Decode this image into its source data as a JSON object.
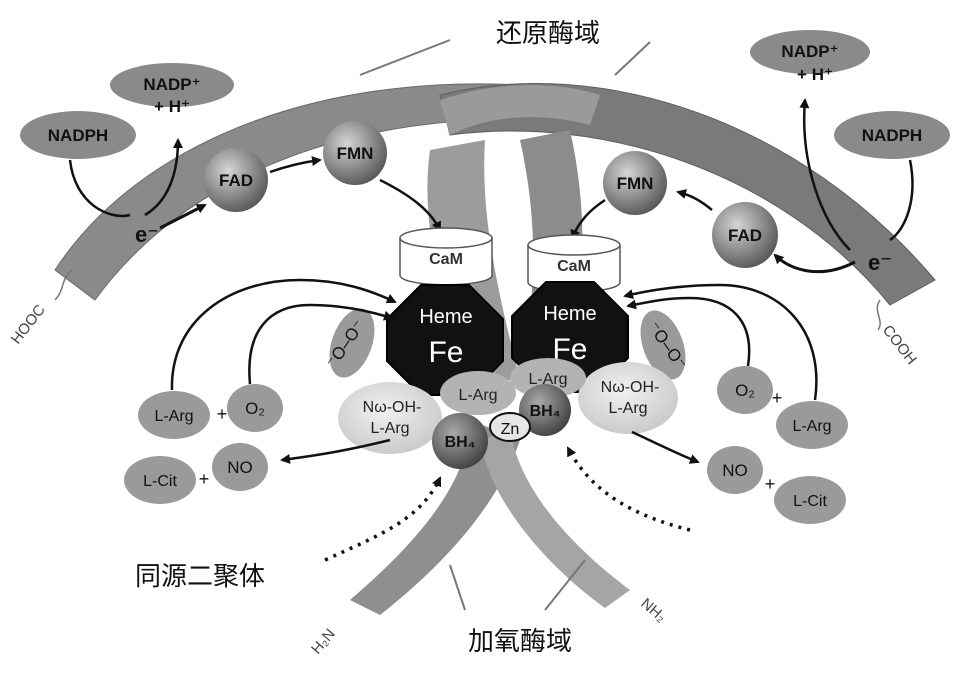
{
  "labels": {
    "reductase_domain": "还原酶域",
    "oxygenase_domain": "加氧酶域",
    "homodimer": "同源二聚体"
  },
  "left": {
    "nadp": "NADP⁺",
    "h": "+ H⁺",
    "nadph": "NADPH",
    "fad": "FAD",
    "fmn": "FMN",
    "electron": "e⁻",
    "cam": "CaM",
    "heme": "Heme",
    "fe": "Fe",
    "superoxide": "⁻O–O⁻",
    "l_arg_substrate": "L-Arg",
    "plus1": "+",
    "o2": "O₂",
    "intermediate_1": "Nω-OH-",
    "intermediate_2": "L-Arg",
    "l_cit": "L-Cit",
    "plus2": "+",
    "no": "NO",
    "l_arg_bound": "L-Arg",
    "bh4": "BH₄",
    "terminus": "HOOC",
    "n_terminus": "H₂N"
  },
  "right": {
    "nadp": "NADP⁺",
    "h": "+ H⁺",
    "nadph": "NADPH",
    "fad": "FAD",
    "fmn": "FMN",
    "electron": "e⁻",
    "cam": "CaM",
    "heme": "Heme",
    "fe": "Fe",
    "superoxide": "⁻O–O⁻",
    "l_arg_substrate": "L-Arg",
    "plus1": "+",
    "o2": "O₂",
    "intermediate_1": "Nω-OH-",
    "intermediate_2": "L-Arg",
    "l_cit": "L-Cit",
    "plus2": "+",
    "no": "NO",
    "l_arg_bound": "L-Arg",
    "bh4": "BH₄",
    "terminus": "COOH",
    "n_terminus": "NH₂"
  },
  "center": {
    "zn": "Zn"
  }
}
